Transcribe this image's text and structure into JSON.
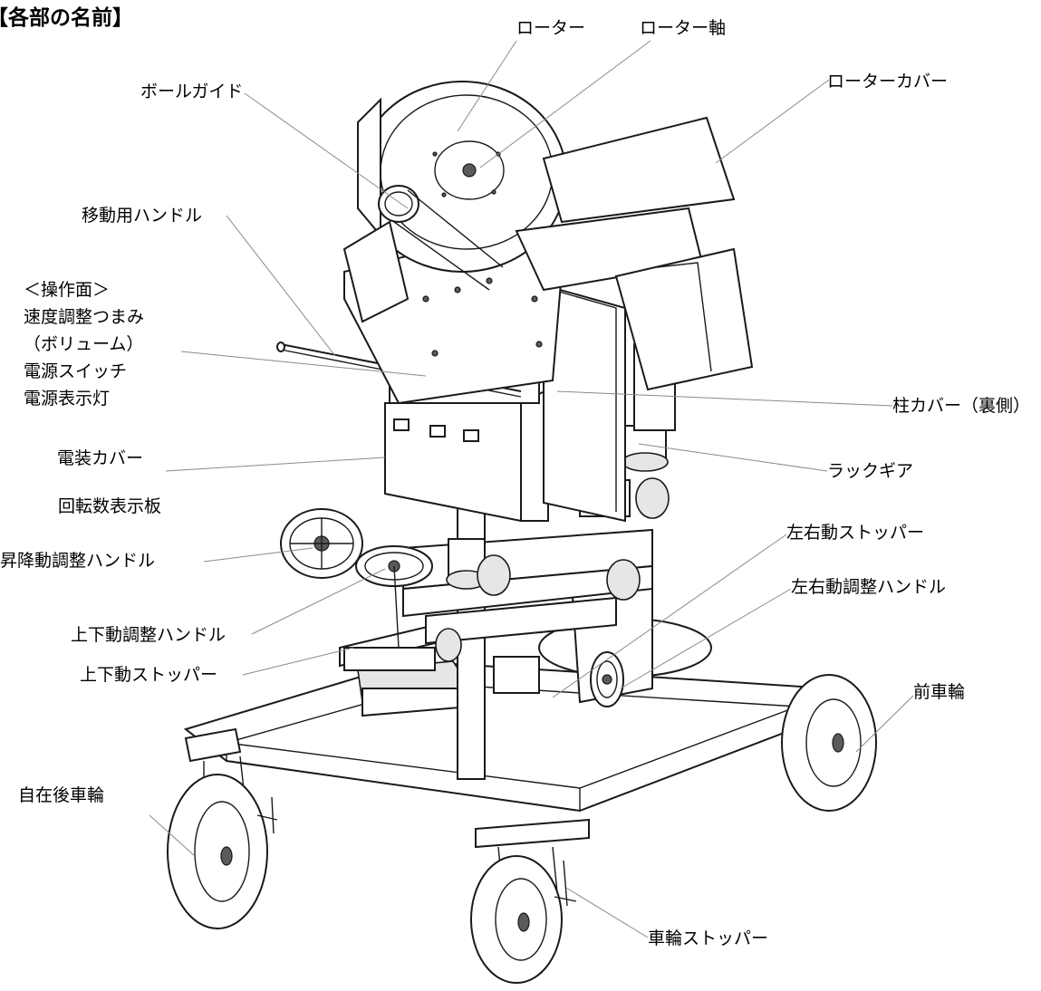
{
  "title": "【各部の名前】",
  "labels": {
    "rotor": "ローター",
    "rotor_shaft": "ローター軸",
    "rotor_cover": "ローターカバー",
    "ball_guide": "ボールガイド",
    "carry_handle": "移動用ハンドル",
    "panel_title": "＜操作面＞",
    "speed_knob": "速度調整つまみ",
    "volume": "（ボリューム）",
    "power_switch": "電源スイッチ",
    "power_lamp": "電源表示灯",
    "pillar_cover": "柱カバー（裏側）",
    "electrical_cover": "電装カバー",
    "rack_gear": "ラックギア",
    "rpm_display": "回転数表示板",
    "lr_stopper": "左右動ストッパー",
    "lift_handle": "昇降動調整ハンドル",
    "lr_handle": "左右動調整ハンドル",
    "ud_handle": "上下動調整ハンドル",
    "ud_stopper": "上下動ストッパー",
    "front_wheel": "前車輪",
    "caster_rear_wheel": "自在後車輪",
    "wheel_stopper": "車輪ストッパー"
  }
}
